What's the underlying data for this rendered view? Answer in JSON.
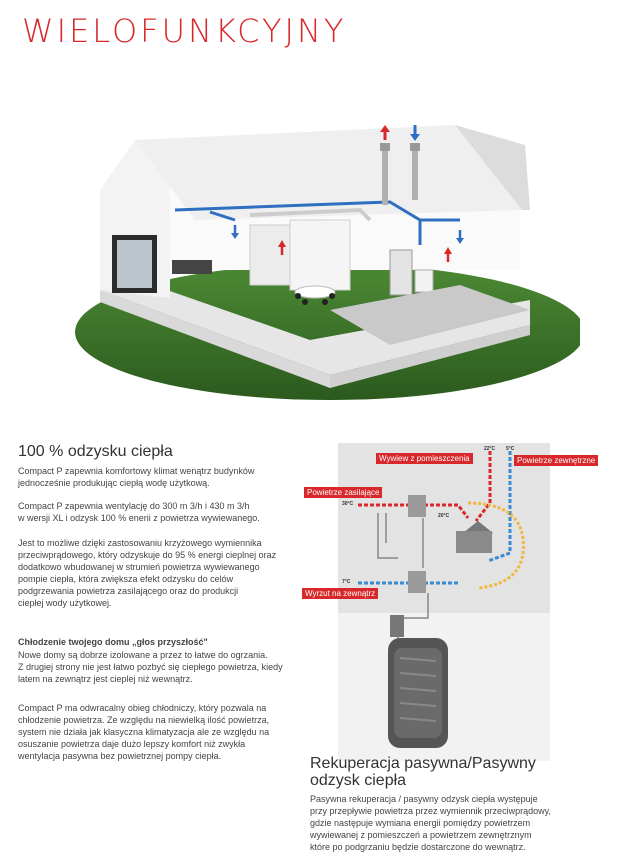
{
  "page": {
    "title": "WIELOFUNKCYJNY"
  },
  "left": {
    "heading": "100 % odzysku ciepła",
    "p1": [
      "Compact P zapewnia komfortowy klimat wenątrz budynków",
      "jednocześnie produkując ciepłą wodę użytkową."
    ],
    "p2": [
      "Compact P zapewnia wentylację do  300 m 3/h i 430  m 3/h",
      "w wersji XL i odzysk 100 % enerii z powietrza wywiewanego."
    ],
    "p3": [
      "Jest to możliwe dzięki zastosowaniu krzyżowego wymiennika",
      "przeciwprądowego, który odzyskuje do 95 % energi cieplnej oraz",
      "dodatkowo wbudowanej w strumień powietrza wywiewanego",
      "pompie ciepła,  która zwiększa efekt odzysku do celów",
      "podgrzewania powietrza zasilającego oraz do produkcji",
      "ciepłej wody użytkowej."
    ],
    "subheading": "Chłodzenie twojego domu „głos przyszłość\"",
    "p4": [
      "Nowe domy są dobrze izolowane a przez to łatwe do ogrzania.",
      "Z drugiej strony nie jest łatwo pozbyć się ciepłego powietrza, kiedy",
      "latem na zewnątrz jest cieplej niż wewnątrz."
    ],
    "p5": [
      "Compact P ma odwracalny obieg chłodniczy, który pozwala na",
      "chłodzenie powietrza. Ze względu na niewielką ilość powietrza,",
      "system nie działa jak klasyczna klimatyzacja ale ze względu na",
      "osuszanie powietrza daje dużo lepszy komfort niż zwykła",
      "wentylacja pasywna bez powietrznej pompy ciepła."
    ]
  },
  "right": {
    "heading": [
      "Rekuperacja pasywna/Pasywny",
      "odzysk ciepła"
    ],
    "p": [
      "Pasywna rekuperacja / pasywny odzysk ciepła występuje",
      "przy przepływie powietrza przez wymiennik przeciwprądowy,",
      "gdzie następuje wymiana energii pomiędzy powietrzem",
      "wywiewanej z pomieszczeń a powietrzem zewnętrznym",
      "które po podgrzaniu będzie dostarczone do wewnątrz."
    ]
  },
  "diagram": {
    "labels": {
      "exhaust_in": "Wywiew z pomieszczenia",
      "outdoor": "Powietrze zewnętrzne",
      "supply": "Powietrze zasilające",
      "out": "Wyrzut na zewnątrz"
    },
    "temps": {
      "t1": "22°C",
      "t2": "5°C",
      "t3": "30°C",
      "t4": "20°C",
      "t5": "7°C"
    }
  },
  "colors": {
    "accent": "#d8282b",
    "cold": "#3a8ad0"
  }
}
